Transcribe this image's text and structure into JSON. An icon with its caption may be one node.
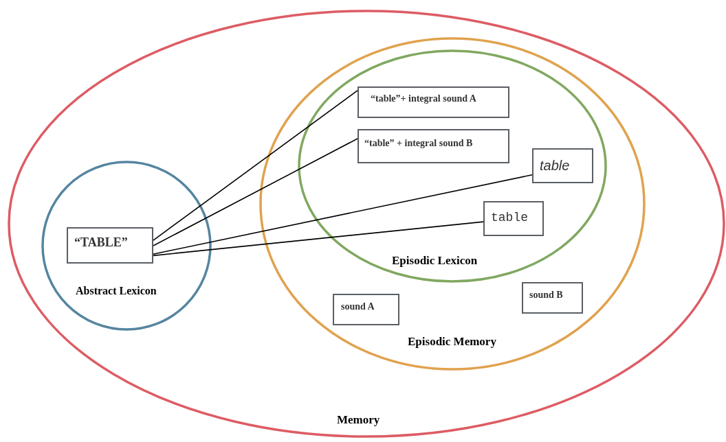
{
  "diagram": {
    "nodes": [
      {
        "text": [
          "Memory"
        ]
      },
      {
        "text": [
          "Abstract Lexicon"
        ],
        "in": 0
      },
      {
        "text": [
          "“TABLE”"
        ],
        "in": 1
      },
      {
        "text": [
          "Episodic Memory"
        ],
        "in": 0
      },
      {
        "text": [
          "Episodic Lexicon"
        ],
        "in": 3
      },
      {
        "text": [
          "“table”+ integral sound A"
        ],
        "in": 4
      },
      {
        "text": [
          "“table” + integral sound B"
        ],
        "in": 4
      },
      {
        "text": [
          "table"
        ],
        "in": 4
      },
      {
        "text": [
          "table"
        ],
        "in": 4
      },
      {
        "text": [
          "sound A"
        ],
        "in": 3
      },
      {
        "text": [
          "sound B"
        ],
        "in": 3
      }
    ],
    "edges": [
      {
        "from": 2,
        "to": 5,
        "arrow": "none"
      },
      {
        "from": 2,
        "to": 6,
        "arrow": "none"
      },
      {
        "from": 2,
        "to": 7,
        "arrow": "none"
      },
      {
        "from": 2,
        "to": 8,
        "arrow": "none"
      }
    ]
  }
}
